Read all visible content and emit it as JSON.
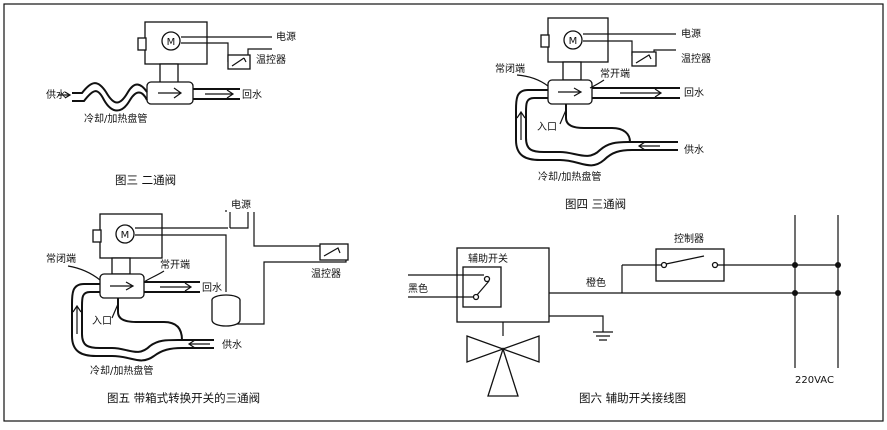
{
  "fig3": {
    "power": "电源",
    "thermostat": "温控器",
    "supply": "供水",
    "return": "回水",
    "coil": "冷却/加热盘管",
    "caption": "图三  二通阀",
    "motor": "M"
  },
  "fig4": {
    "power": "电源",
    "thermostat": "温控器",
    "nc": "常闭端",
    "no": "常开端",
    "inlet": "入口",
    "return": "回水",
    "supply": "供水",
    "coil": "冷却/加热盘管",
    "caption": "图四  三通阀",
    "motor": "M"
  },
  "fig5": {
    "power": "电源",
    "thermostat": "温控器",
    "nc": "常闭端",
    "no": "常开端",
    "inlet": "入口",
    "return": "回水",
    "supply": "供水",
    "coil": "冷却/加热盘管",
    "caption": "图五  带箱式转换开关的三通阀",
    "motor": "M"
  },
  "fig6": {
    "aux_switch": "辅助开关",
    "controller": "控制器",
    "black": "黑色",
    "orange": "橙色",
    "voltage": "220VAC",
    "caption": "图六  辅助开关接线图"
  }
}
